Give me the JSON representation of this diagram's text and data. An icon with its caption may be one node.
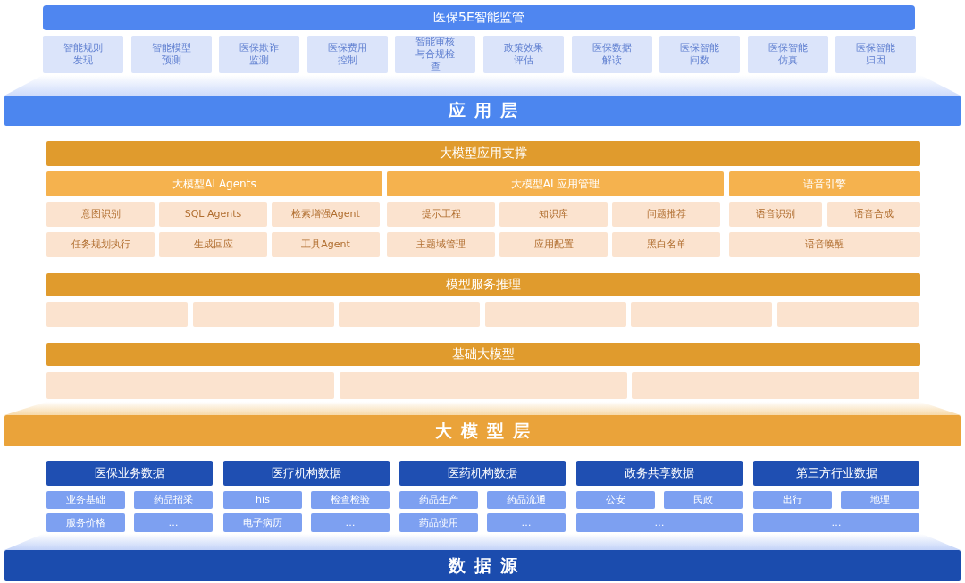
{
  "diagram": {
    "nodes": [
      {
        "text": [
          "医保5E智能监管"
        ]
      },
      {
        "text": [
          "智能规则发现"
        ]
      },
      {
        "text": [
          "智能模型预测"
        ]
      },
      {
        "text": [
          "医保欺诈监测"
        ]
      },
      {
        "text": [
          "医保费用控制"
        ]
      },
      {
        "text": [
          "智能审核与合规检查"
        ]
      },
      {
        "text": [
          "政策效果评估"
        ]
      },
      {
        "text": [
          "医保数据解读"
        ]
      },
      {
        "text": [
          "医保智能问数"
        ]
      },
      {
        "text": [
          "医保智能仿真"
        ]
      },
      {
        "text": [
          "医保智能归因"
        ]
      },
      {
        "text": [
          "应用层"
        ]
      },
      {
        "text": [
          "大模型应用支撑"
        ]
      },
      {
        "text": [
          "大模型AI Agents"
        ]
      },
      {
        "text": [
          "大模型AI 应用管理"
        ]
      },
      {
        "text": [
          "语音引擎"
        ]
      },
      {
        "text": [
          "意图识别"
        ]
      },
      {
        "text": [
          "SQL Agents"
        ]
      },
      {
        "text": [
          "检索增强Agent"
        ]
      },
      {
        "text": [
          "提示工程"
        ]
      },
      {
        "text": [
          "知识库"
        ]
      },
      {
        "text": [
          "问题推荐"
        ]
      },
      {
        "text": [
          "语音识别"
        ]
      },
      {
        "text": [
          "语音合成"
        ]
      },
      {
        "text": [
          "任务规划执行"
        ]
      },
      {
        "text": [
          "生成回应"
        ]
      },
      {
        "text": [
          "工具Agent"
        ]
      },
      {
        "text": [
          "主题域管理"
        ]
      },
      {
        "text": [
          "应用配置"
        ]
      },
      {
        "text": [
          "黑白名单"
        ]
      },
      {
        "text": [
          "语音唤醒"
        ]
      },
      {
        "text": [
          "模型服务推理"
        ]
      },
      {
        "text": [],
        "shape": "box"
      },
      {
        "text": [],
        "shape": "box"
      },
      {
        "text": [],
        "shape": "box"
      },
      {
        "text": [],
        "shape": "box"
      },
      {
        "text": [],
        "shape": "box"
      },
      {
        "text": [],
        "shape": "box"
      },
      {
        "text": [
          "基础大模型"
        ]
      },
      {
        "text": [],
        "shape": "box"
      },
      {
        "text": [],
        "shape": "box"
      },
      {
        "text": [],
        "shape": "box"
      },
      {
        "text": [
          "大模型层"
        ]
      },
      {
        "text": [
          "医保业务数据"
        ]
      },
      {
        "text": [
          "医疗机构数据"
        ]
      },
      {
        "text": [
          "医药机构数据"
        ]
      },
      {
        "text": [
          "政务共享数据"
        ]
      },
      {
        "text": [
          "第三方行业数据"
        ]
      },
      {
        "text": [
          "业务基础"
        ]
      },
      {
        "text": [
          "药品招采"
        ]
      },
      {
        "text": [
          "his"
        ]
      },
      {
        "text": [
          "检查检验"
        ]
      },
      {
        "text": [
          "药品生产"
        ]
      },
      {
        "text": [
          "药品流通"
        ]
      },
      {
        "text": [
          "公安"
        ]
      },
      {
        "text": [
          "民政"
        ]
      },
      {
        "text": [
          "出行"
        ]
      },
      {
        "text": [
          "地理"
        ]
      },
      {
        "text": [
          "服务价格"
        ]
      },
      {
        "text": [
          "…"
        ]
      },
      {
        "text": [
          "电子病历"
        ]
      },
      {
        "text": [
          "…"
        ]
      },
      {
        "text": [
          "药品使用"
        ]
      },
      {
        "text": [
          "…"
        ]
      },
      {
        "text": [
          "…"
        ]
      },
      {
        "text": [
          "…"
        ]
      },
      {
        "text": [
          "数据源"
        ]
      }
    ]
  }
}
